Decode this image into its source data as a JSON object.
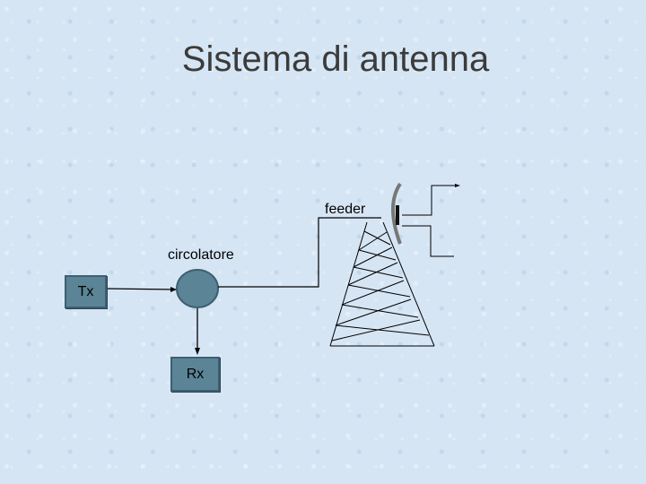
{
  "title": "Sistema di antenna",
  "labels": {
    "feeder": "feeder",
    "circulator": "circolatore",
    "tx": "Tx",
    "rx": "Rx"
  },
  "colors": {
    "background": "#d6e5f4",
    "block_fill": "#5b8496",
    "block_border": "#3d5f70",
    "dish": "#777777"
  }
}
